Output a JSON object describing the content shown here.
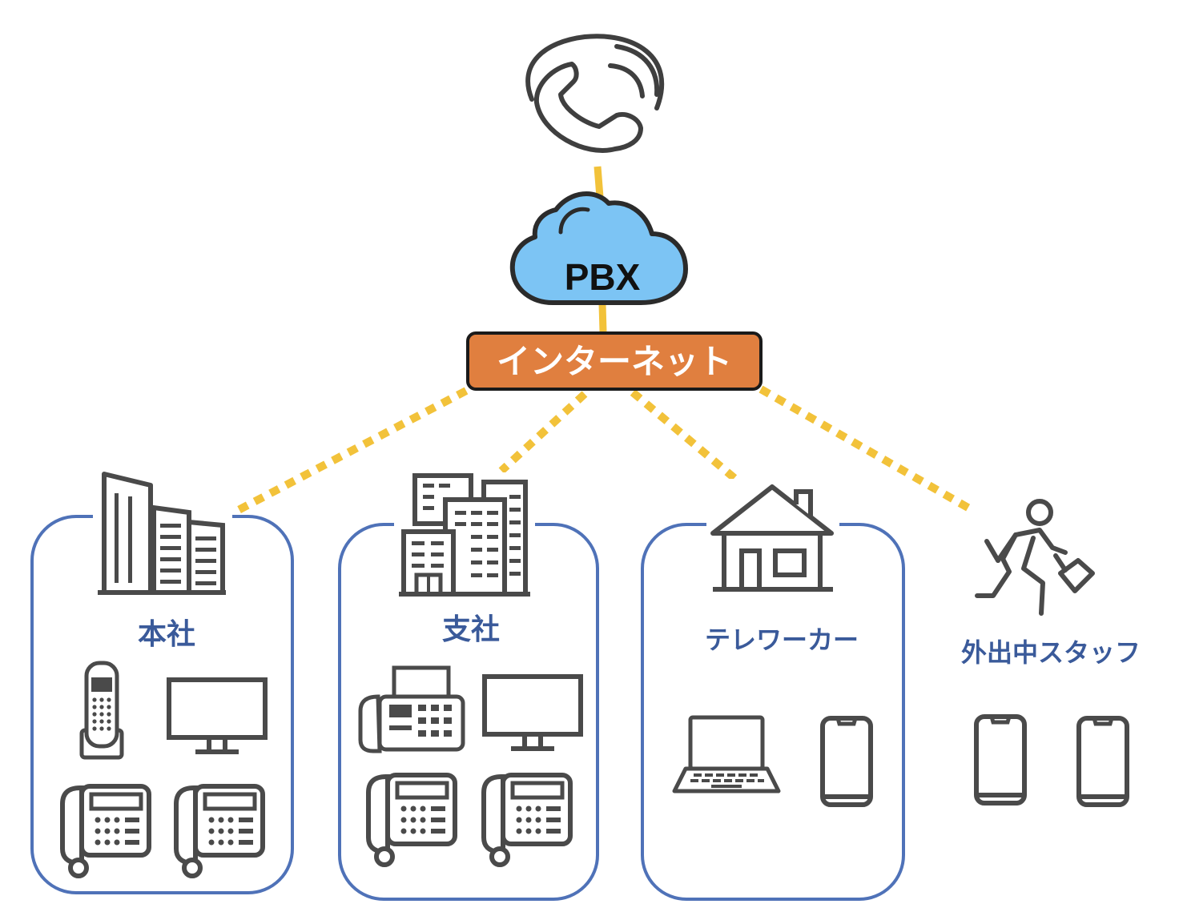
{
  "pbx": {
    "label": "PBX"
  },
  "internet": {
    "label": "インターネット"
  },
  "sites": {
    "headquarters": {
      "label": "本社"
    },
    "branch": {
      "label": "支社"
    },
    "teleworker": {
      "label": "テレワーカー"
    },
    "mobile_staff": {
      "label": "外出中スタッフ"
    }
  },
  "colors": {
    "connection_line": "#f2c23a",
    "cloud_fill": "#7cc4f4",
    "internet_fill": "#e07f3f",
    "site_border": "#4f72b8",
    "site_label": "#3a5a9a",
    "icon_stroke": "#4a4a4a"
  },
  "icons": [
    "phone-handset-icon",
    "cloud-icon",
    "office-building-icon",
    "branch-building-icon",
    "house-icon",
    "running-person-icon",
    "cordless-phone-icon",
    "monitor-icon",
    "desk-phone-icon",
    "fax-machine-icon",
    "laptop-icon",
    "smartphone-icon"
  ]
}
